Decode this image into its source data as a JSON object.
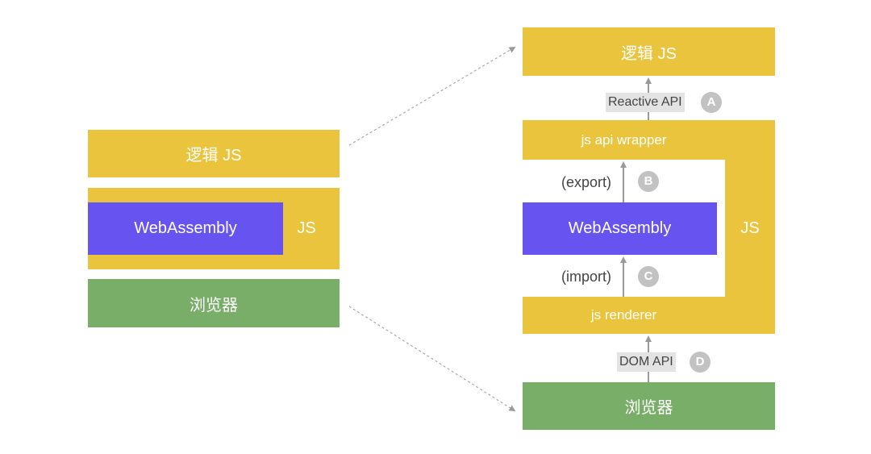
{
  "left": {
    "logic_js": "逻辑 JS",
    "webassembly": "WebAssembly",
    "js": "JS",
    "browser": "浏览器"
  },
  "right": {
    "logic_js": "逻辑 JS",
    "reactive_api": "Reactive API",
    "badge_a": "A",
    "js_api_wrapper": "js api wrapper",
    "export": "(export)",
    "badge_b": "B",
    "webassembly": "WebAssembly",
    "js": "JS",
    "import": "(import)",
    "badge_c": "C",
    "js_renderer": "js renderer",
    "dom_api": "DOM API",
    "badge_d": "D",
    "browser": "浏览器"
  },
  "colors": {
    "yellow": "#ebc43e",
    "purple": "#6653f0",
    "green": "#78ae68",
    "arrow_gray": "#9a9a9a",
    "badge_gray": "#c2c2c2",
    "label_bg": "#e3e3e3"
  }
}
